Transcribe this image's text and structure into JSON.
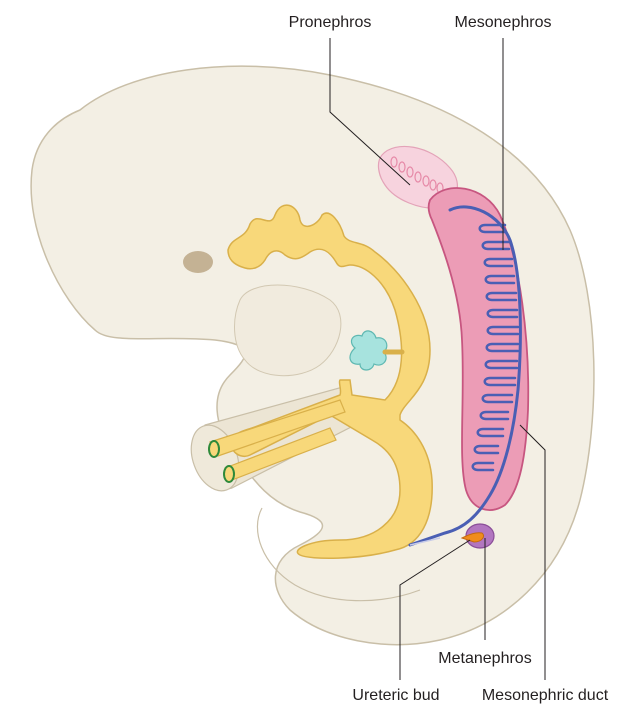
{
  "labels": {
    "pronephros": "Pronephros",
    "mesonephros": "Mesonephros",
    "metanephros": "Metanephros",
    "ureteric_bud": "Ureteric bud",
    "mesonephric_duct": "Mesonephric duct"
  },
  "colors": {
    "embryo_fill": "#f3efe4",
    "embryo_outline": "#c9bfa8",
    "gut_fill": "#f8d87a",
    "gut_outline": "#d9b04a",
    "pronephros_fill": "#f7d3de",
    "mesonephros_fill": "#ec9cb6",
    "mesonephros_outline": "#c75680",
    "duct_color": "#4a5fb4",
    "metanephros_fill": "#b276c0",
    "ureteric_bud_color": "#f08c1c",
    "liver_bud_fill": "#a7e3de",
    "ear_placode": "#c4b294",
    "leader_line": "#231f20"
  }
}
